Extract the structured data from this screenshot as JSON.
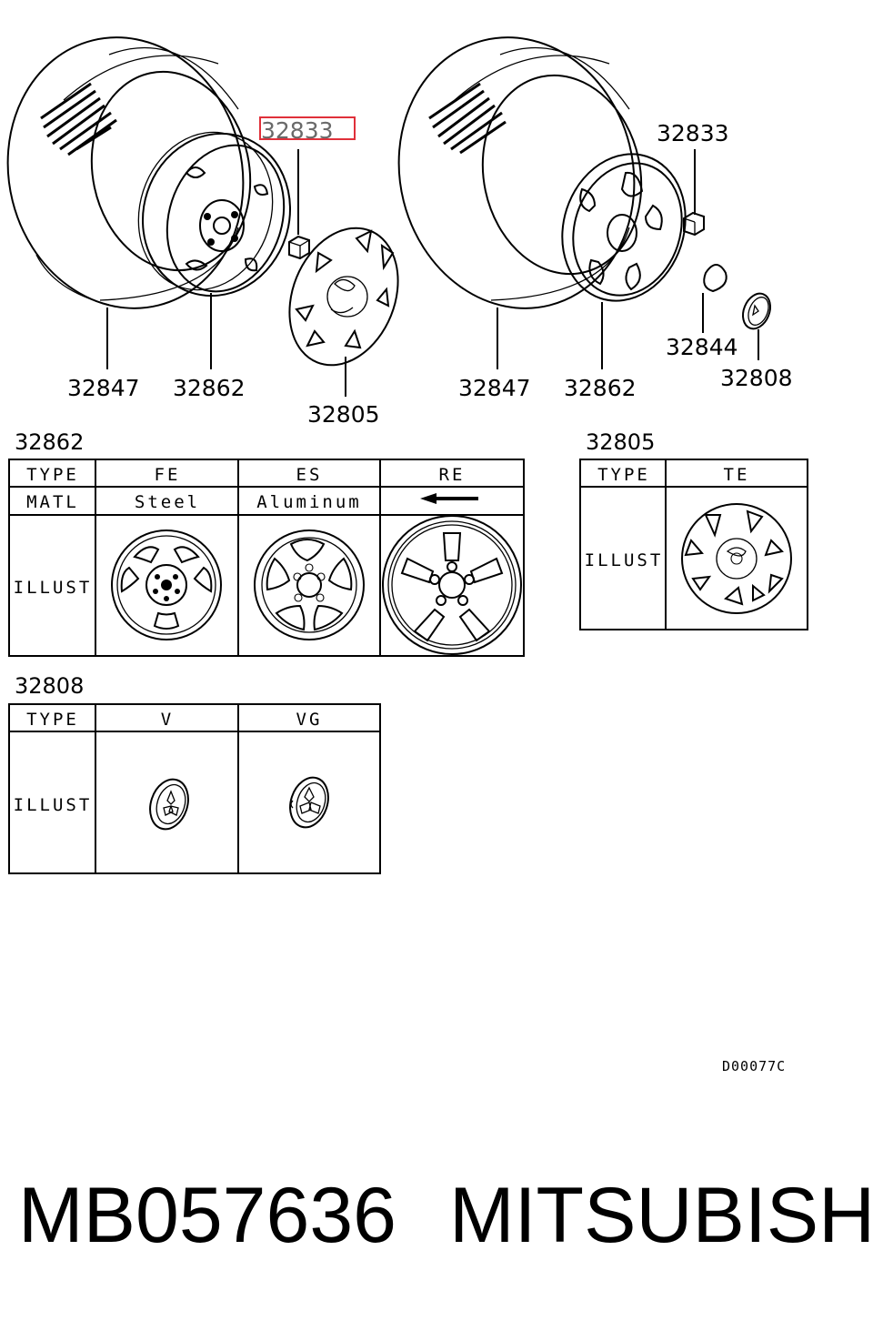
{
  "labels": {
    "tire_left": "32847",
    "wheel_left": "32862",
    "nut_left_highlight": "32833",
    "wheel_cover": "32805",
    "tire_right": "32847",
    "wheel_right": "32862",
    "nut_right": "32833",
    "washer": "32844",
    "center_cap": "32808"
  },
  "table_32862": {
    "title": "32862",
    "headers": [
      "TYPE",
      "FE",
      "ES",
      "RE"
    ],
    "matl_label": "MATL",
    "matl_values": [
      "Steel",
      "Aluminum"
    ],
    "matl_arrow": "left-arrow-icon",
    "illust_label": "ILLUST"
  },
  "table_32805": {
    "title": "32805",
    "headers": [
      "TYPE",
      "TE"
    ],
    "illust_label": "ILLUST"
  },
  "table_32808": {
    "title": "32808",
    "headers": [
      "TYPE",
      "V",
      "VG"
    ],
    "illust_label": "ILLUST"
  },
  "diagram_code": "D00077C",
  "footer": {
    "part_number": "MB057636",
    "brand": "MITSUBISHI"
  },
  "colors": {
    "highlight": "#e0303a"
  }
}
